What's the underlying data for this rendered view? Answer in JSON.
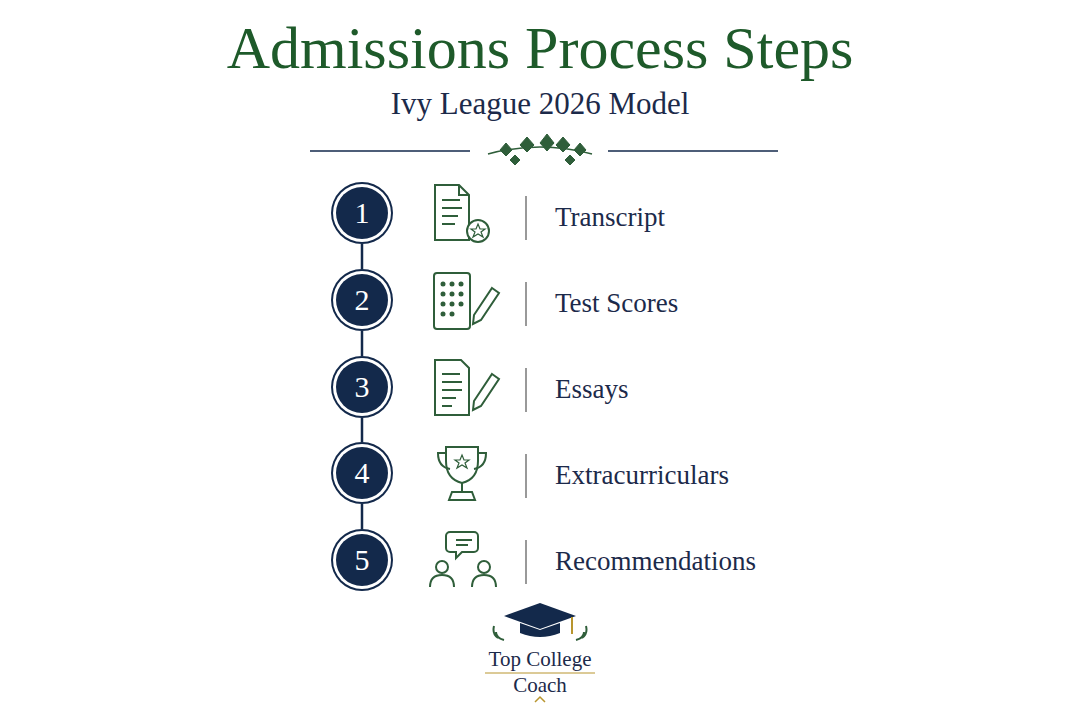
{
  "diagram": {
    "title": "Admissions Process Steps",
    "nodes": [
      {
        "text": [
          "1"
        ]
      },
      {
        "text": [
          "2"
        ]
      },
      {
        "text": [
          "3"
        ]
      },
      {
        "text": [
          "4"
        ]
      },
      {
        "text": [
          "5"
        ]
      }
    ],
    "edges": [
      {
        "from": 0,
        "to": 1,
        "arrow": "none"
      },
      {
        "from": 1,
        "to": 2,
        "arrow": "none"
      },
      {
        "from": 2,
        "to": 3,
        "arrow": "none"
      },
      {
        "from": 3,
        "to": 4,
        "arrow": "none"
      }
    ],
    "labels": [
      "Ivy League 2026 Model",
      "Transcript",
      "Test Scores",
      "Essays",
      "Extracurriculars",
      "Recommendations",
      "Top College",
      "Coach"
    ]
  }
}
